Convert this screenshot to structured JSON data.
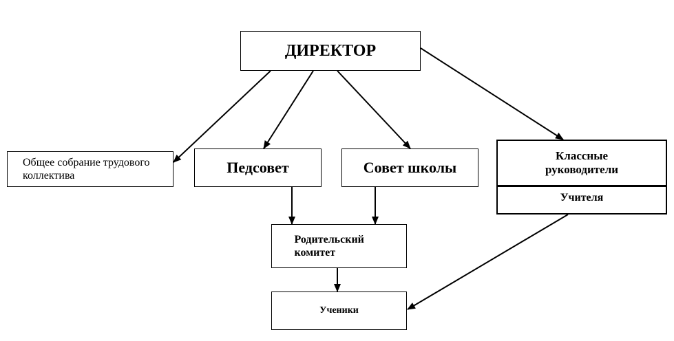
{
  "nodes": {
    "director": "ДИРЕКТОР",
    "general_meeting": "Общее собрание трудового коллектива",
    "pedsovet": "Педсовет",
    "school_council": "Совет школы",
    "class_teachers": "Классные руководители",
    "teachers": "Учителя",
    "parent_committee": "Родительский комитет",
    "students": "Ученики"
  },
  "edges": [
    {
      "from": "director",
      "to": "general_meeting"
    },
    {
      "from": "director",
      "to": "pedsovet"
    },
    {
      "from": "director",
      "to": "school_council"
    },
    {
      "from": "director",
      "to": "class_teachers"
    },
    {
      "from": "pedsovet",
      "to": "parent_committee"
    },
    {
      "from": "school_council",
      "to": "parent_committee"
    },
    {
      "from": "parent_committee",
      "to": "students"
    },
    {
      "from": "teachers",
      "to": "students"
    }
  ]
}
